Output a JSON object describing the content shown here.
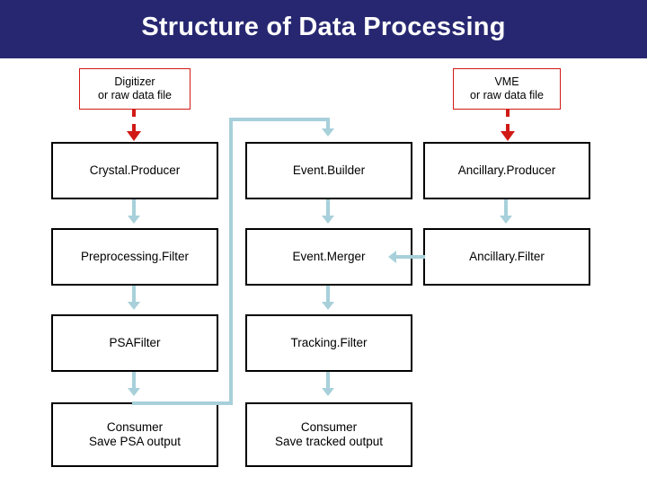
{
  "slide": {
    "title": "Structure of Data Processing",
    "banner_color": "#272771",
    "title_color": "#FFFFFF",
    "background": "#FFFFFF"
  },
  "sources": [
    {
      "id": "digitizer",
      "label": "Digitizer\nor raw data file",
      "border_color": "#D11A16"
    },
    {
      "id": "vme",
      "label": "VME\nor raw data file",
      "border_color": "#D11A16"
    }
  ],
  "columns": [
    {
      "id": "column-1",
      "boxes": [
        {
          "id": "crystal-producer",
          "label": "Crystal.Producer"
        },
        {
          "id": "preprocessing-filter",
          "label": "Preprocessing.Filter"
        },
        {
          "id": "psa-filter",
          "label": "PSAFilter"
        },
        {
          "id": "consumer-psa",
          "label": "Consumer\nSave PSA output"
        }
      ]
    },
    {
      "id": "column-2",
      "boxes": [
        {
          "id": "event-builder",
          "label": "Event.Builder"
        },
        {
          "id": "event-merger",
          "label": "Event.Merger"
        },
        {
          "id": "tracking-filter",
          "label": "Tracking.Filter"
        },
        {
          "id": "consumer-tracked",
          "label": "Consumer\nSave tracked output"
        }
      ]
    },
    {
      "id": "column-3",
      "boxes": [
        {
          "id": "ancillary-producer",
          "label": "Ancillary.Producer"
        },
        {
          "id": "ancillary-filter",
          "label": "Ancillary.Filter"
        }
      ]
    }
  ],
  "connector_colors": {
    "flow_arrow": "#A7D0DA",
    "source_arrow": "#D11A16",
    "box_border": "#000000"
  }
}
